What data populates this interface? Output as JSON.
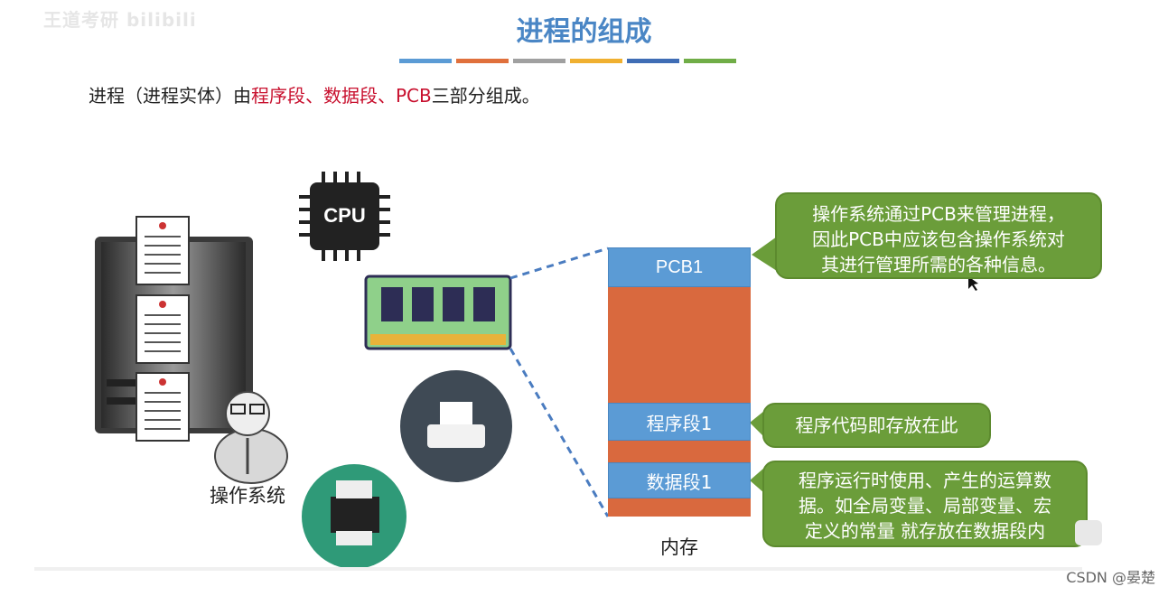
{
  "header": {
    "watermark": "王道考研 bilibili",
    "title": "进程的组成",
    "bar_colors": [
      "#5b9bd5",
      "#e0703c",
      "#a0a0a0",
      "#f0b030",
      "#3f6db5",
      "#70ad47"
    ]
  },
  "intro": {
    "prefix": "进程（进程实体）由",
    "highlight1": "程序段",
    "sep1": "、",
    "highlight2": "数据段",
    "sep2": "、",
    "highlight3": "PCB",
    "suffix": "三部分组成。"
  },
  "left": {
    "cpu_label": "CPU",
    "os_label": "操作系统"
  },
  "memory": {
    "segments": {
      "pcb": "PCB1",
      "program": "程序段1",
      "data": "数据段1"
    },
    "label": "内存"
  },
  "bubbles": {
    "pcb_note": [
      "操作系统通过PCB来管理进程，",
      "因此PCB中应该包含操作系统对",
      "其进行管理所需的各种信息。"
    ],
    "program_note": "程序代码即存放在此",
    "data_note": [
      "程序运行时使用、产生的运算数",
      "据。如全局变量、局部变量、宏",
      "定义的常量 就存放在数据段内"
    ]
  },
  "footer": {
    "credit": "CSDN @晏楚"
  },
  "colors": {
    "blue": "#5b9bd5",
    "orange": "#d9693e",
    "green": "#6b9d3a",
    "red": "#c8102e"
  }
}
